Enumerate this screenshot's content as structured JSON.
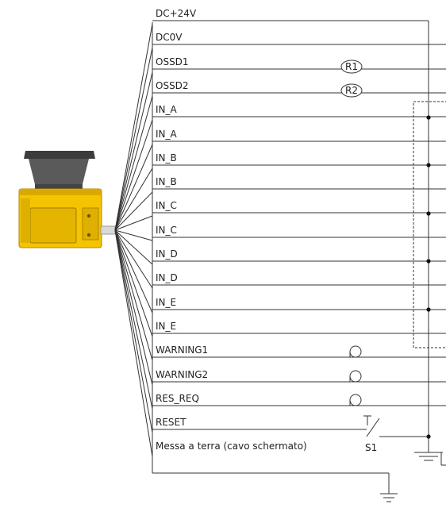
{
  "wires": [
    {
      "label": "DC+24V"
    },
    {
      "label": "DC0V"
    },
    {
      "label": "OSSD1",
      "component": "R1"
    },
    {
      "label": "OSSD2",
      "component": "R2"
    },
    {
      "label": "IN_A"
    },
    {
      "label": "IN_A"
    },
    {
      "label": "IN_B"
    },
    {
      "label": "IN_B"
    },
    {
      "label": "IN_C"
    },
    {
      "label": "IN_C"
    },
    {
      "label": "IN_D"
    },
    {
      "label": "IN_D"
    },
    {
      "label": "IN_E"
    },
    {
      "label": "IN_E"
    },
    {
      "label": "WARNING1",
      "component": "lamp"
    },
    {
      "label": "WARNING2",
      "component": "lamp"
    },
    {
      "label": "RES_REQ",
      "component": "lamp"
    },
    {
      "label": "RESET",
      "component": "switch"
    },
    {
      "label": "Messa a terra (cavo schermato)"
    }
  ],
  "switch_label": "S1",
  "colors": {
    "device_yellow": "#f5c400",
    "device_dark": "#4a4a4a",
    "wire": "#333333"
  }
}
